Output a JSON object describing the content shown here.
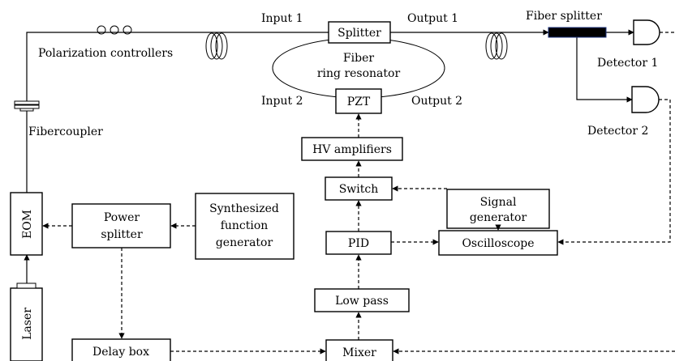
{
  "labels": {
    "input1": "Input 1",
    "output1": "Output 1",
    "input2": "Input 2",
    "output2": "Output 2",
    "fiber_splitter": "Fiber splitter",
    "polarization_controllers": "Polarization controllers",
    "ring_line1": "Fiber",
    "ring_line2": "ring resonator",
    "detector1": "Detector 1",
    "detector2": "Detector 2",
    "fibercoupler": "Fibercoupler"
  },
  "boxes": {
    "splitter": "Splitter",
    "pzt": "PZT",
    "hv_amplifiers": "HV amplifiers",
    "switch": "Switch",
    "signal_generator_line1": "Signal",
    "signal_generator_line2": "generator",
    "pid": "PID",
    "oscilloscope": "Oscilloscope",
    "low_pass": "Low pass",
    "mixer": "Mixer",
    "delay_box": "Delay box",
    "power_splitter_line1": "Power",
    "power_splitter_line2": "splitter",
    "synth_line1": "Synthesized",
    "synth_line2": "function",
    "synth_line3": "generator",
    "eom": "EOM",
    "laser": "Laser"
  }
}
